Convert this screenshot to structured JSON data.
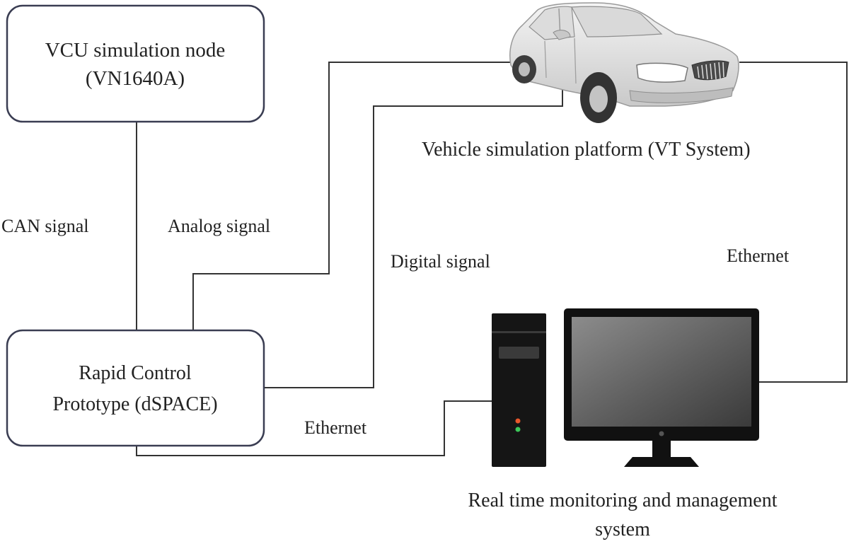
{
  "nodes": {
    "vcu": {
      "line1": "VCU simulation node",
      "line2": "(VN1640A)"
    },
    "rcp": {
      "line1": "Rapid Control",
      "line2": "Prototype (dSPACE)"
    },
    "vehicle": {
      "label": "Vehicle simulation platform (VT System)"
    },
    "monitor": {
      "line1": "Real time monitoring and management",
      "line2": "system"
    }
  },
  "edges": {
    "can": "CAN signal",
    "analog": "Analog signal",
    "digital": "Digital signal",
    "ethernet_pc": "Ethernet",
    "ethernet_vehicle": "Ethernet"
  },
  "icons": [
    "car-icon",
    "computer-tower-icon",
    "monitor-icon"
  ]
}
